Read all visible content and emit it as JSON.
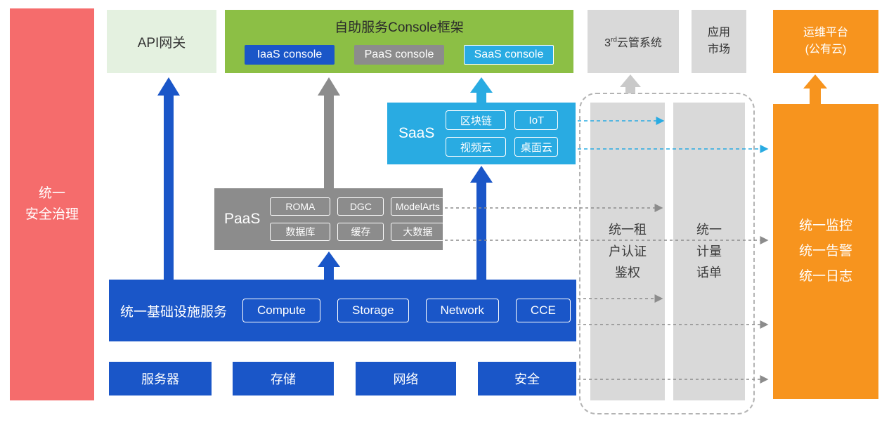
{
  "security_bar": {
    "label": "统一\n安全治理"
  },
  "api_gateway": {
    "label": "API网关"
  },
  "console_frame": {
    "title": "自助服务Console框架",
    "consoles": [
      {
        "label": "IaaS console",
        "color": "#1a56c8"
      },
      {
        "label": "PaaS console",
        "color": "#8c8c8c"
      },
      {
        "label": "SaaS console",
        "color": "#29abe2"
      }
    ]
  },
  "third_party": {
    "prefix": "3",
    "sup": "rd",
    "suffix": "云管系统"
  },
  "app_market": {
    "label": "应用\n市场"
  },
  "ops_platform": {
    "label": "运维平台\n(公有云)"
  },
  "monitoring": {
    "label": "统一监控\n统一告警\n统一日志"
  },
  "auth_bar": {
    "label": "统一租\n户认证\n鉴权"
  },
  "billing_bar": {
    "label": "统一\n计量\n话单"
  },
  "saas": {
    "label": "SaaS",
    "services": [
      "区块链",
      "IoT",
      "视频云",
      "桌面云"
    ]
  },
  "paas": {
    "label": "PaaS",
    "services": [
      "ROMA",
      "DGC",
      "ModelArts",
      "数据库",
      "缓存",
      "大数据"
    ]
  },
  "iaas": {
    "label": "统一基础设施服务",
    "services": [
      "Compute",
      "Storage",
      "Network",
      "CCE"
    ]
  },
  "infrastructure": {
    "items": [
      "服务器",
      "存储",
      "网络",
      "安全"
    ]
  },
  "colors": {
    "red": "#f56c6c",
    "light_green": "#e4f1e0",
    "green": "#8cbf45",
    "blue": "#1a56c8",
    "cyan": "#29abe2",
    "gray": "#8c8c8c",
    "light_gray": "#d9d9d9",
    "orange": "#f7941e"
  }
}
